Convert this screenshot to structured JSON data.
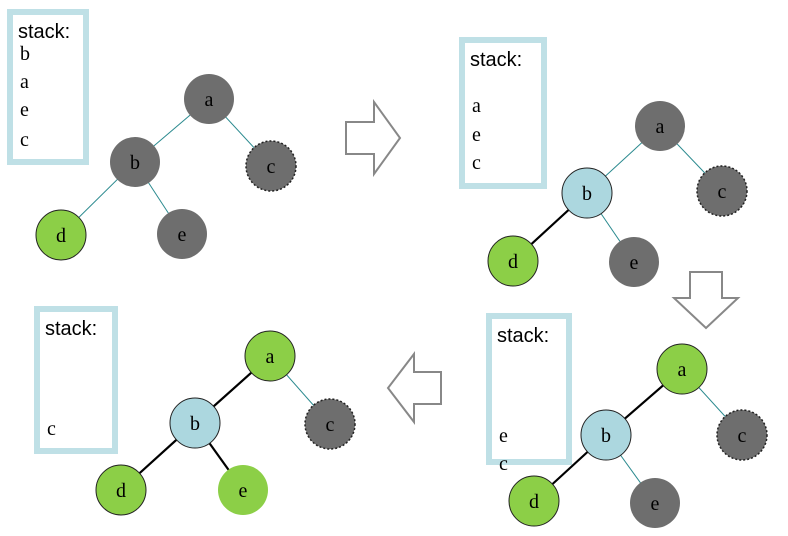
{
  "colors": {
    "unvisited": "#6e6e6e",
    "visiting": "#acd7df",
    "visited": "#8ccf47",
    "stack_border": "#bfe0e6",
    "edge_tree": "#2b8a8f",
    "edge_path": "#000000",
    "arrow_stroke": "#888888"
  },
  "panels": [
    {
      "stack": {
        "title": "stack:",
        "items": [
          "b",
          "a",
          "e",
          "c"
        ]
      },
      "nodes": [
        {
          "id": "a",
          "label": "a",
          "state": "unvisited"
        },
        {
          "id": "b",
          "label": "b",
          "state": "unvisited"
        },
        {
          "id": "c",
          "label": "c",
          "state": "unvisited-dotted"
        },
        {
          "id": "d",
          "label": "d",
          "state": "visited"
        },
        {
          "id": "e",
          "label": "e",
          "state": "unvisited"
        }
      ],
      "edges": [
        {
          "from": "a",
          "to": "b",
          "style": "thin"
        },
        {
          "from": "a",
          "to": "c",
          "style": "thin"
        },
        {
          "from": "b",
          "to": "d",
          "style": "thin"
        },
        {
          "from": "b",
          "to": "e",
          "style": "thin"
        }
      ]
    },
    {
      "stack": {
        "title": "stack:",
        "items": [
          "",
          "a",
          "e",
          "c"
        ]
      },
      "nodes": [
        {
          "id": "a",
          "label": "a",
          "state": "unvisited"
        },
        {
          "id": "b",
          "label": "b",
          "state": "visiting"
        },
        {
          "id": "c",
          "label": "c",
          "state": "unvisited-dotted"
        },
        {
          "id": "d",
          "label": "d",
          "state": "visited"
        },
        {
          "id": "e",
          "label": "e",
          "state": "unvisited"
        }
      ],
      "edges": [
        {
          "from": "a",
          "to": "b",
          "style": "thin"
        },
        {
          "from": "a",
          "to": "c",
          "style": "thin"
        },
        {
          "from": "b",
          "to": "d",
          "style": "thick"
        },
        {
          "from": "b",
          "to": "e",
          "style": "thin"
        }
      ]
    },
    {
      "stack": {
        "title": "stack:",
        "items": [
          "",
          "",
          "e",
          "c"
        ]
      },
      "nodes": [
        {
          "id": "a",
          "label": "a",
          "state": "visited"
        },
        {
          "id": "b",
          "label": "b",
          "state": "visiting"
        },
        {
          "id": "c",
          "label": "c",
          "state": "unvisited-dotted"
        },
        {
          "id": "d",
          "label": "d",
          "state": "visited"
        },
        {
          "id": "e",
          "label": "e",
          "state": "unvisited"
        }
      ],
      "edges": [
        {
          "from": "a",
          "to": "b",
          "style": "thick"
        },
        {
          "from": "a",
          "to": "c",
          "style": "thin"
        },
        {
          "from": "b",
          "to": "d",
          "style": "thick"
        },
        {
          "from": "b",
          "to": "e",
          "style": "thin"
        }
      ]
    },
    {
      "stack": {
        "title": "stack:",
        "items": [
          "",
          "",
          "",
          "c"
        ]
      },
      "nodes": [
        {
          "id": "a",
          "label": "a",
          "state": "visited"
        },
        {
          "id": "b",
          "label": "b",
          "state": "visiting"
        },
        {
          "id": "c",
          "label": "c",
          "state": "unvisited-dotted"
        },
        {
          "id": "d",
          "label": "d",
          "state": "visited"
        },
        {
          "id": "e",
          "label": "e",
          "state": "visited"
        }
      ],
      "edges": [
        {
          "from": "a",
          "to": "b",
          "style": "thick"
        },
        {
          "from": "a",
          "to": "c",
          "style": "thin"
        },
        {
          "from": "b",
          "to": "d",
          "style": "thick"
        },
        {
          "from": "b",
          "to": "e",
          "style": "thick"
        }
      ]
    }
  ],
  "arrows": [
    {
      "direction": "right",
      "icon": "right-arrow-icon"
    },
    {
      "direction": "down",
      "icon": "down-arrow-icon"
    },
    {
      "direction": "left",
      "icon": "left-arrow-icon"
    }
  ]
}
